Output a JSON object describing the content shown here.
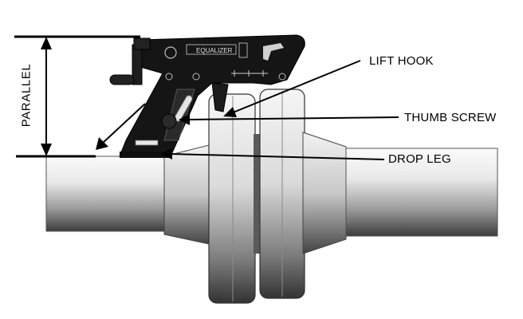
{
  "labels": {
    "lift_hook": "LIFT HOOK",
    "thumb_screw": "THUMB SCREW",
    "drop_leg": "DROP LEG",
    "parallel": "PARALLEL"
  },
  "tool_markings": {
    "brand": "EQUALIZER"
  },
  "colors": {
    "tool_body": "#151515",
    "pipe_light": "#f4f4f4",
    "pipe_dark": "#3a3a3a",
    "line": "#000000"
  }
}
